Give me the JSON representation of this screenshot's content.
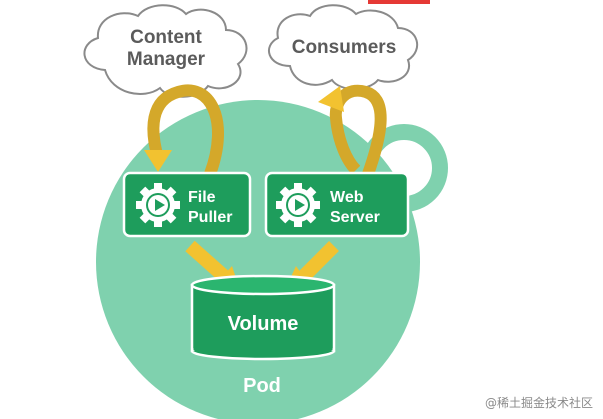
{
  "clouds": {
    "content_manager": [
      "Content",
      "Manager"
    ],
    "consumers": "Consumers"
  },
  "components": {
    "file_puller": [
      "File",
      "Puller"
    ],
    "web_server": [
      "Web",
      "Server"
    ]
  },
  "volume": "Volume",
  "pod": "Pod",
  "watermark": "@稀土掘金技术社区",
  "colors": {
    "pod_fill": "#7fd1ae",
    "box_fill": "#1e9d5c",
    "box_border": "#ffffff",
    "arrow": "#d4a82a",
    "arrow_bright": "#f2c230",
    "cloud_stroke": "#8a8a8a",
    "text_dark": "#5b5b5b"
  },
  "icons": {
    "gear": "gear-play-icon"
  }
}
